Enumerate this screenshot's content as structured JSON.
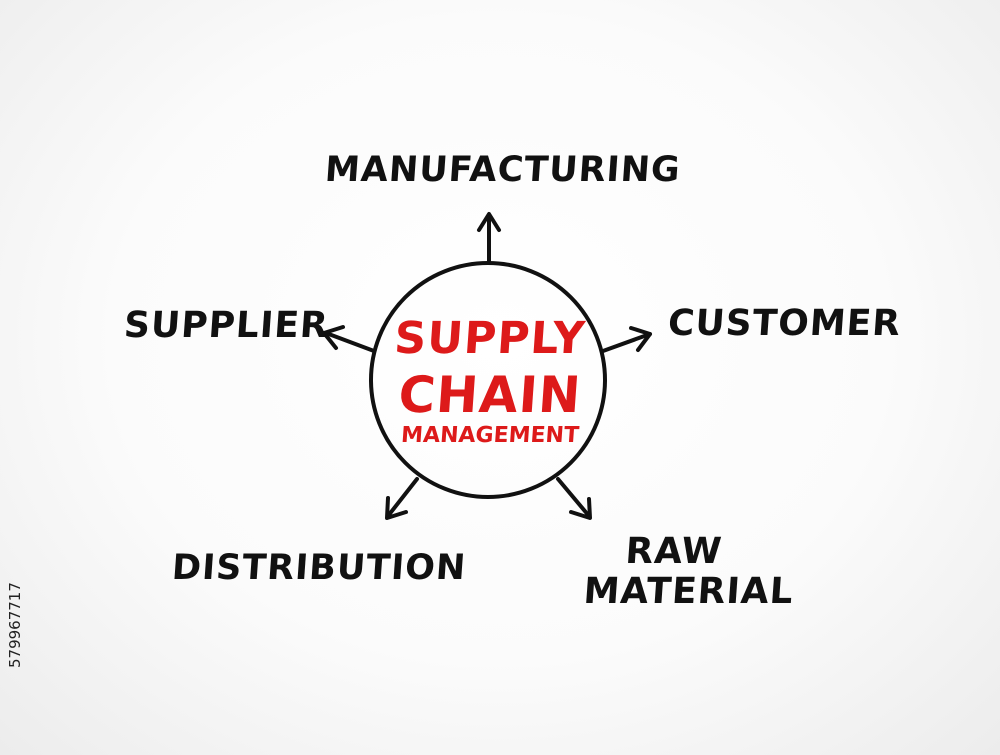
{
  "diagram": {
    "center": {
      "line1": "SUPPLY",
      "line2": "CHAIN",
      "line3": "MANAGEMENT",
      "color": "#dd1a1a"
    },
    "nodes": {
      "manufacturing": "MANUFACTURING",
      "supplier": "SUPPLIER",
      "customer": "CUSTOMER",
      "distribution": "DISTRIBUTION",
      "raw_material": "RAW MATERIAL"
    },
    "ink_color": "#111111"
  },
  "watermark": {
    "id": "579967717"
  }
}
